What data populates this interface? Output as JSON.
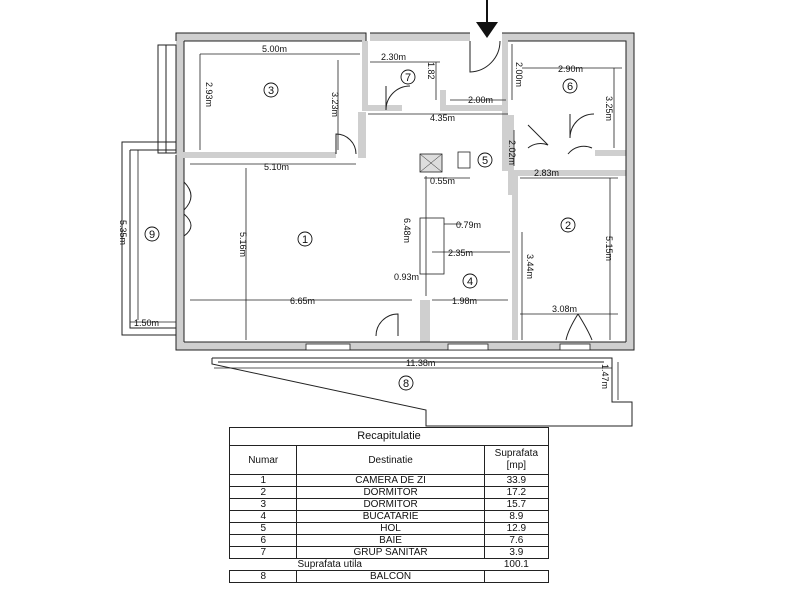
{
  "rooms": [
    {
      "num": "1",
      "name": "CAMERA DE ZI",
      "area": "33.9"
    },
    {
      "num": "2",
      "name": "DORMITOR",
      "area": "17.2"
    },
    {
      "num": "3",
      "name": "DORMITOR",
      "area": "15.7"
    },
    {
      "num": "4",
      "name": "BUCATARIE",
      "area": "8.9"
    },
    {
      "num": "5",
      "name": "HOL",
      "area": "12.9"
    },
    {
      "num": "6",
      "name": "BAIE",
      "area": "7.6"
    },
    {
      "num": "7",
      "name": "GRUP SANITAR",
      "area": "3.9"
    }
  ],
  "room_markers": {
    "r1": "1",
    "r2": "2",
    "r3": "3",
    "r4": "4",
    "r5": "5",
    "r6": "6",
    "r7": "7",
    "r8": "8",
    "r9": "9"
  },
  "dimensions": {
    "d_500": "5.00m",
    "d_230": "2.30m",
    "d_182": "1.82",
    "d_200v": "2.00m",
    "d_290": "2.90m",
    "d_293": "2.93m",
    "d_323": "3.23m",
    "d_200h": "2.00m",
    "d_325": "3.25m",
    "d_435": "4.35m",
    "d_202": "2.02m",
    "d_510": "5.10m",
    "d_055": "0.55m",
    "d_283": "2.83m",
    "d_079": "0.79m",
    "d_648": "6.48m",
    "d_535": "5.35m",
    "d_516": "5.16m",
    "d_235": "2.35m",
    "d_515": "5.15m",
    "d_093": "0.93m",
    "d_344": "3.44m",
    "d_665": "6.65m",
    "d_198": "1.98m",
    "d_150": "1.50m",
    "d_308": "3.08m",
    "d_1138": "11.38m",
    "d_147": "1.47m"
  },
  "table": {
    "title": "Recapitulatie",
    "headers": {
      "num": "Numar",
      "dest": "Destinatie",
      "area": "Suprafata\n[mp]"
    },
    "rows": [
      [
        "1",
        "CAMERA DE ZI",
        "33.9"
      ],
      [
        "2",
        "DORMITOR",
        "17.2"
      ],
      [
        "3",
        "DORMITOR",
        "15.7"
      ],
      [
        "4",
        "BUCATARIE",
        "8.9"
      ],
      [
        "5",
        "HOL",
        "12.9"
      ],
      [
        "6",
        "BAIE",
        "7.6"
      ],
      [
        "7",
        "GRUP SANITAR",
        "3.9"
      ]
    ],
    "util_label": "Suprafata utila",
    "util_value": "100.1",
    "partial_row": [
      "8",
      "BALCON",
      ""
    ]
  }
}
